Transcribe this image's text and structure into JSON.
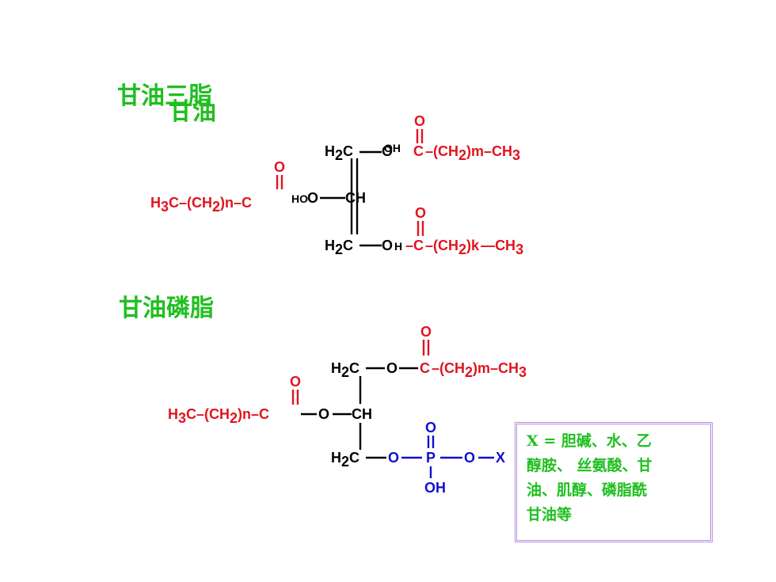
{
  "titles": {
    "triglyceride": "甘油三脂",
    "glycerol": "甘油",
    "phospholipid": "甘油磷脂"
  },
  "triglyceride": {
    "top_carbon": "H₂C",
    "mid_carbon": "CH",
    "bottom_carbon": "H₂C",
    "top_chain": "C-(CH₂)m-CH₃",
    "left_chain": "H₃C-(CH₂)n-C",
    "bottom_chain": "C-(CH₂)k-CH₃",
    "oxygen": "O",
    "hydroxyl": "OH"
  },
  "phospholipid": {
    "top_carbon": "H₂C",
    "mid_carbon": "CH",
    "bottom_carbon": "H₂C",
    "top_chain": "C-(CH₂)m-CH₃",
    "left_chain": "H₃C-(CH₂)n-C",
    "phosphorus": "P",
    "oxygen": "O",
    "hydroxyl": "OH",
    "x_group": "X"
  },
  "note": {
    "lines": [
      "X = 胆碱、水、乙",
      "醇胺、 丝氨酸、甘",
      "油、肌醇、磷脂酰",
      "甘油等"
    ]
  },
  "colors": {
    "title_green": "#1fbf1f",
    "acyl_red": "#e0141e",
    "phosphate_blue": "#1010d0",
    "box_border": "#b58de0"
  }
}
